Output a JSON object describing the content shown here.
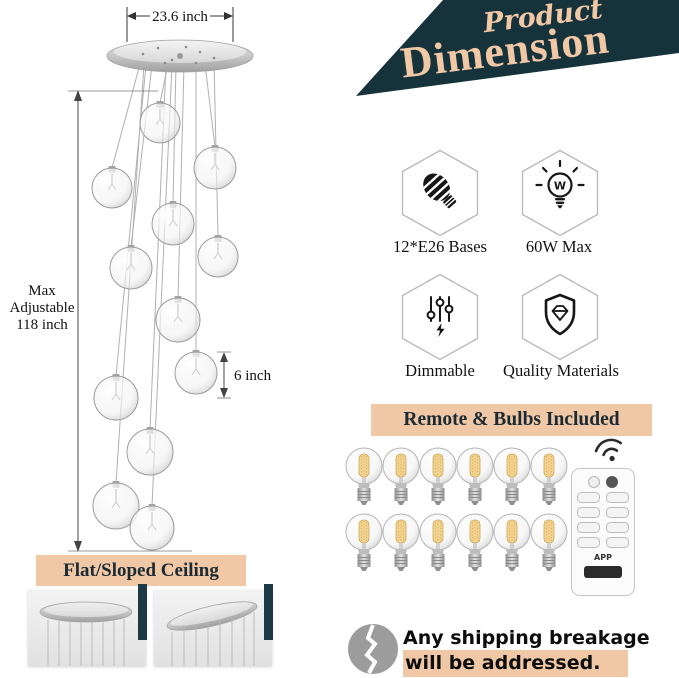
{
  "colors": {
    "banner_dark": "#16323B",
    "peach": "#F1C8A6",
    "navy_accent": "#1C3A44",
    "ink": "#111111"
  },
  "header": {
    "script_word": "Product",
    "title_word": "Dimension"
  },
  "chandelier": {
    "width_label": "23.6 inch",
    "height_label": "Max\nAdjustable\n118 inch",
    "globe_label": "6 inch",
    "globe_count": 12
  },
  "features": {
    "items": [
      {
        "icon": "cfl-bulb-icon",
        "label": "12*E26 Bases"
      },
      {
        "icon": "glowing-bulb-icon",
        "label": "60W Max"
      },
      {
        "icon": "dimmer-sliders-icon",
        "label": "Dimmable"
      },
      {
        "icon": "shield-diamond-icon",
        "label": "Quality Materials"
      }
    ]
  },
  "included": {
    "title": "Remote & Bulbs Included",
    "bulb_count": 12,
    "remote_app_label": "APP"
  },
  "ceiling": {
    "title": "Flat/Sloped Ceiling"
  },
  "shipping_note": {
    "line1": "Any shipping breakage",
    "line2": "will be addressed."
  },
  "icons": {
    "wifi": "wifi-icon",
    "breakage": "cracked-ball-icon"
  }
}
